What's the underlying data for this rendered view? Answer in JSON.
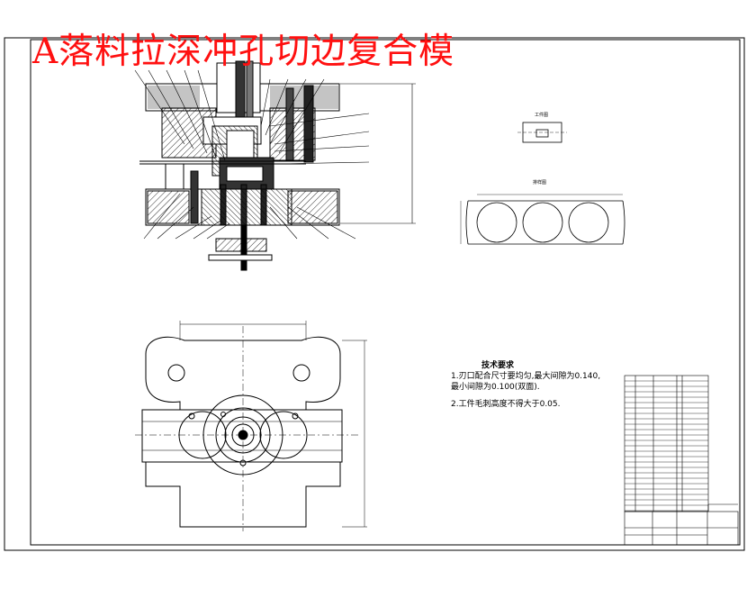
{
  "drawing": {
    "title": "A落料拉深冲孔切边复合模",
    "layout_label": "排样图",
    "part_label": "工件图",
    "technical_requirements": {
      "heading": "技术要求",
      "items": [
        "1.刃口配合尺寸要均匀,最大间隙为0.140,",
        "最小间隙为0.100(双面).",
        "2.工件毛刺高度不得大于0.05."
      ]
    }
  },
  "colors": {
    "title": "#ff1010",
    "lines": "#000000",
    "background": "#ffffff"
  }
}
